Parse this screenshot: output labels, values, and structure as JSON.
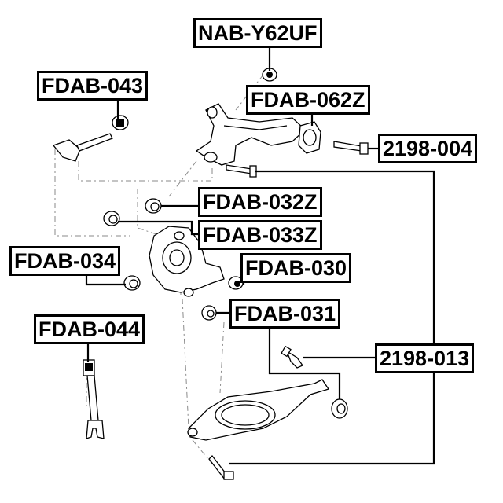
{
  "labels": {
    "nab_y62uf": "NAB-Y62UF",
    "fdab_043": "FDAB-043",
    "fdab_062z": "FDAB-062Z",
    "p2198_004": "2198-004",
    "fdab_032z": "FDAB-032Z",
    "fdab_033z": "FDAB-033Z",
    "fdab_034": "FDAB-034",
    "fdab_030": "FDAB-030",
    "fdab_031": "FDAB-031",
    "fdab_044": "FDAB-044",
    "p2198_013": "2198-013"
  }
}
